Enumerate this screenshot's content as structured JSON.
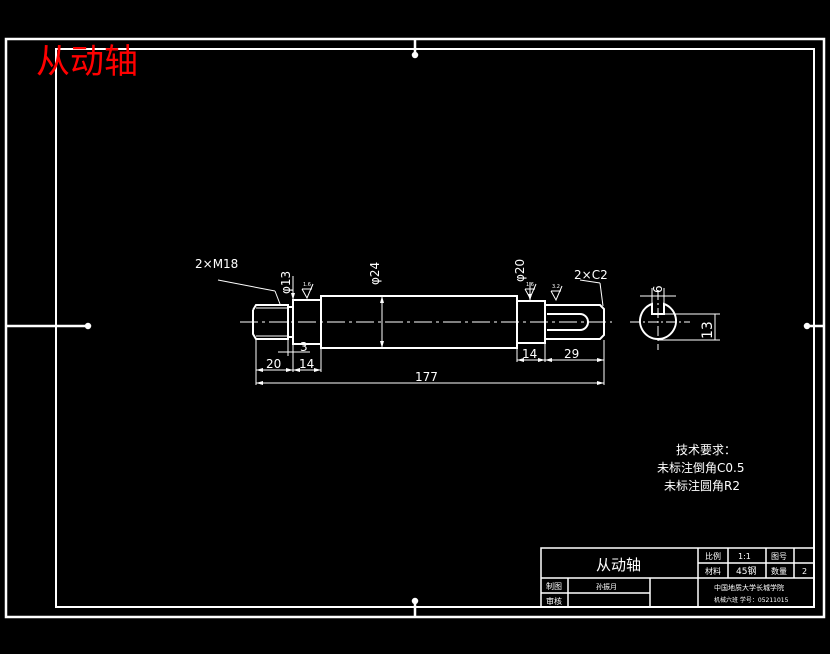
{
  "drawing": {
    "watermark_title": "从动轴",
    "thread_callout": "2×M18",
    "chamfer_callout": "2×C2",
    "diameters": [
      "φ13",
      "φ24",
      "φ20"
    ],
    "surface_finish": [
      "1.6",
      "1.6",
      "3.2"
    ],
    "dims": {
      "d20": "20",
      "d3": "3",
      "d14a": "14",
      "d177": "177",
      "d14b": "14",
      "d29": "29",
      "keyway_width": "6",
      "keyway_depth": "13"
    },
    "tech_title": "技术要求：",
    "tech_lines": [
      "未标注倒角C0.5",
      "未标注圆角R2"
    ]
  },
  "title_block": {
    "part_name": "从动轴",
    "labels": {
      "scale": "比例",
      "drawing_no": "图号",
      "material": "材料",
      "quantity": "数量",
      "drawn_by": "制图",
      "checked_by": "审核"
    },
    "values": {
      "scale": "1:1",
      "material": "45钢",
      "quantity": "2",
      "drawn_by": "孙振月"
    },
    "school": "中国地质大学长城学院",
    "class_info": "机械六班  学号：05211015"
  },
  "colors": {
    "background": "#000000",
    "lines": "#ffffff",
    "watermark": "#ff0000"
  }
}
